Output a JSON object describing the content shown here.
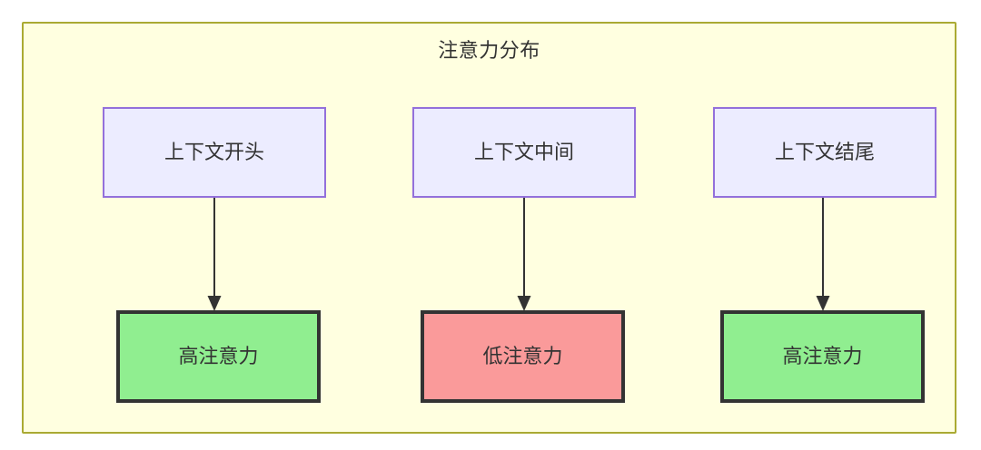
{
  "diagram": {
    "title": "注意力分布",
    "colors": {
      "container_fill": "#ffffe0",
      "container_border": "#aaaa33",
      "context_node_fill": "#ececff",
      "context_node_border": "#9370db",
      "high_attention_fill": "#90ee90",
      "low_attention_fill": "#fa9a9a",
      "node_border_strong": "#333333",
      "text": "#333333",
      "edge": "#333333"
    },
    "columns": [
      {
        "context_label": "上下文开头",
        "attention_label": "高注意力",
        "attention_level": "high"
      },
      {
        "context_label": "上下文中间",
        "attention_label": "低注意力",
        "attention_level": "low"
      },
      {
        "context_label": "上下文结尾",
        "attention_label": "高注意力",
        "attention_level": "high"
      }
    ]
  }
}
